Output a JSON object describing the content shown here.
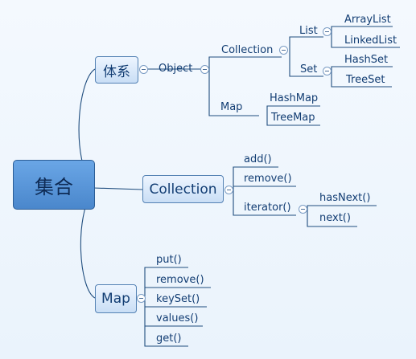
{
  "root": {
    "label": "集合"
  },
  "branches": {
    "tixi": {
      "label": "体系",
      "object": {
        "label": "Object",
        "collection": {
          "label": "Collection",
          "list": {
            "label": "List",
            "items": [
              "ArrayList",
              "LinkedList"
            ]
          },
          "set": {
            "label": "Set",
            "items": [
              "HashSet",
              "TreeSet"
            ]
          }
        },
        "map": {
          "label": "Map",
          "items": [
            "HashMap",
            "TreeMap"
          ]
        }
      }
    },
    "collection": {
      "label": "Collection",
      "methods": [
        "add()",
        "remove()"
      ],
      "iterator": {
        "label": "iterator()",
        "items": [
          "hasNext()",
          "next()"
        ]
      }
    },
    "map": {
      "label": "Map",
      "methods": [
        "put()",
        "remove()",
        "keySet()",
        "values()",
        "get()"
      ]
    }
  },
  "colors": {
    "line": "#1f4d7e",
    "root_fill": "#5a97da",
    "box_fill": "#d7e7f8",
    "text": "#123d73"
  },
  "icons": {
    "toggle": "collapse-minus-icon"
  }
}
